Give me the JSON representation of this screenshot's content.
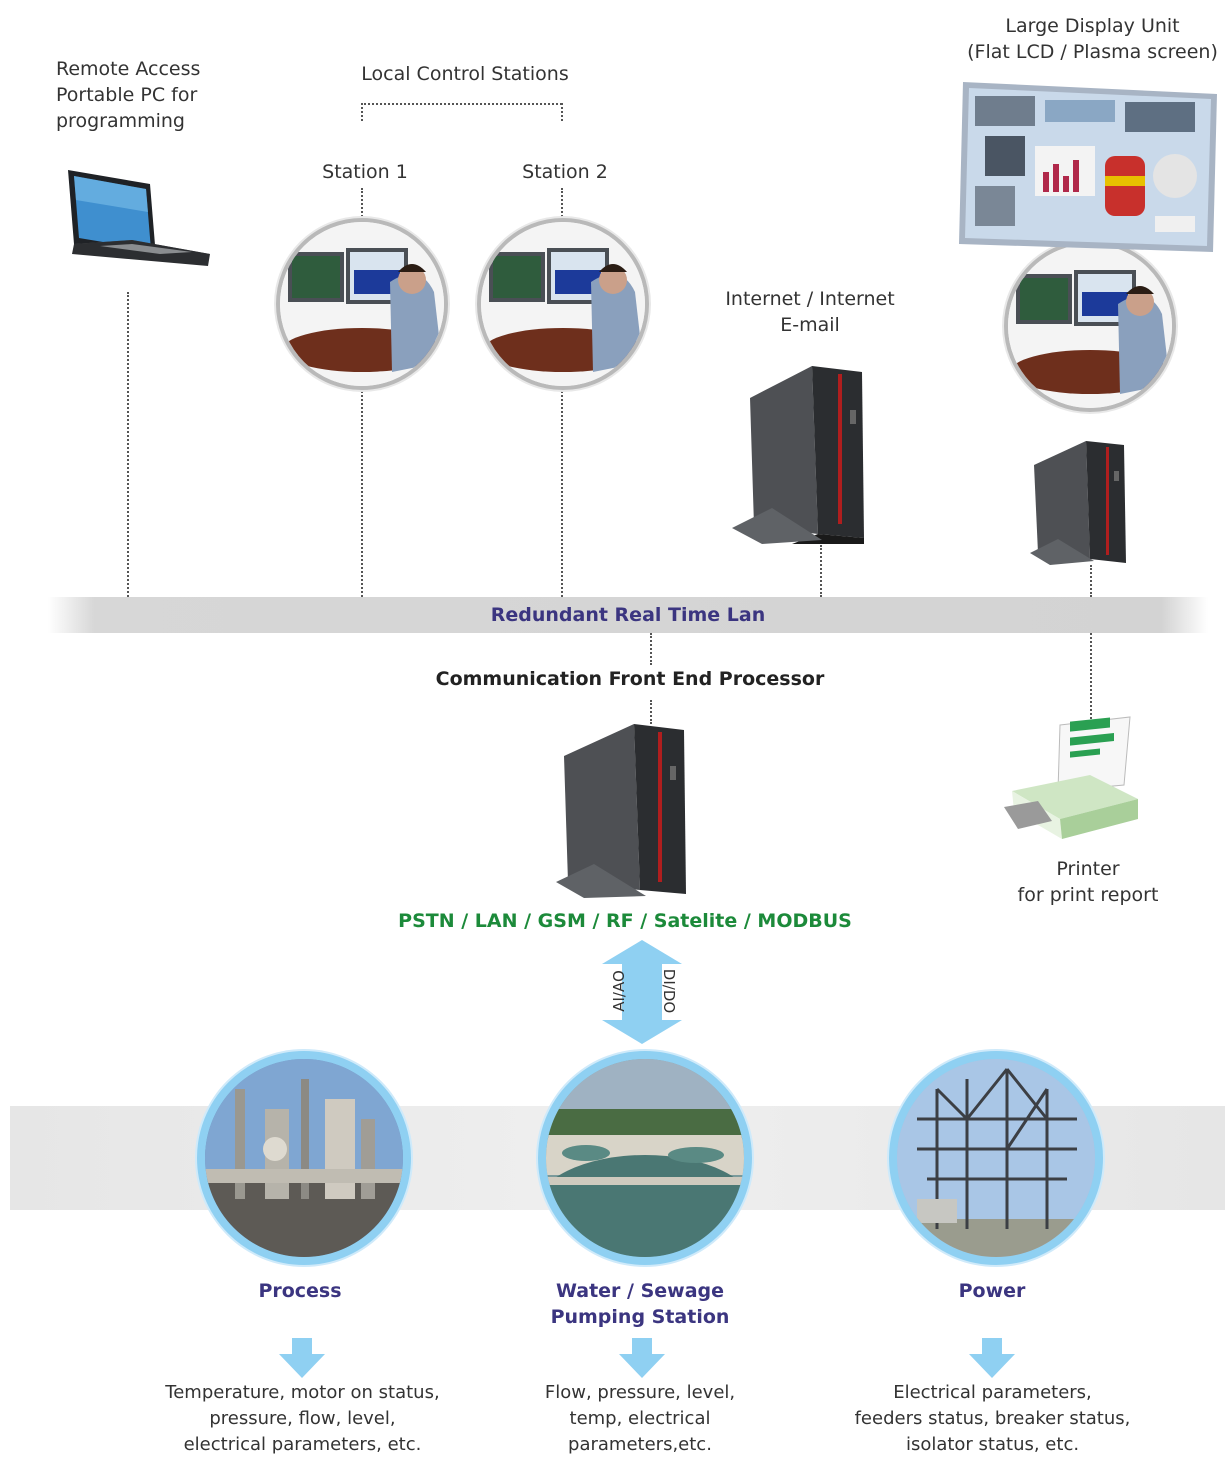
{
  "remote_access": {
    "text": "Remote Access\nPortable PC for\nprogramming"
  },
  "local_control": {
    "title": "Local Control Stations",
    "station1": "Station 1",
    "station2": "Station 2"
  },
  "internet": {
    "text": "Internet / Internet\nE-mail"
  },
  "display_unit": {
    "text": "Large Display Unit\n(Flat LCD / Plasma screen)"
  },
  "lan": {
    "label": "Redundant Real Time Lan"
  },
  "cfep": {
    "label": "Communication Front End Processor"
  },
  "protocols": {
    "label": "PSTN / LAN / GSM / RF / Satelite / MODBUS"
  },
  "io": {
    "left": "AI/AO",
    "right": "DI/DO"
  },
  "printer": {
    "text": "Printer\nfor print report"
  },
  "sites": [
    {
      "title": "Process",
      "desc": "Temperature, motor on status,\npressure, flow, level,\nelectrical parameters, etc."
    },
    {
      "title": "Water / Sewage\nPumping Station",
      "desc": "Flow, pressure, level,\ntemp, electrical\nparameters,etc."
    },
    {
      "title": "Power",
      "desc": "Electrical parameters,\nfeeders status, breaker status,\nisolator status, etc."
    }
  ],
  "colors": {
    "title_blue": "#3b3580",
    "protocol_green": "#1c8a3a",
    "arrow_blue": "#8fd0f2",
    "lan_gray": "#d3d3d3"
  }
}
